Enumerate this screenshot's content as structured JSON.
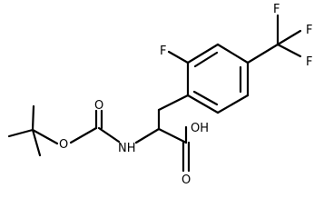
{
  "structure": {
    "atoms": {
      "F_ring": "F",
      "F_cf3_top": "F",
      "F_cf3_right": "F",
      "F_cf3_bottom": "F",
      "O_boc_ester": "O",
      "O_boc_carbonyl": "O",
      "NH": "NH",
      "OH": "OH",
      "O_acid_carbonyl": "O"
    }
  }
}
